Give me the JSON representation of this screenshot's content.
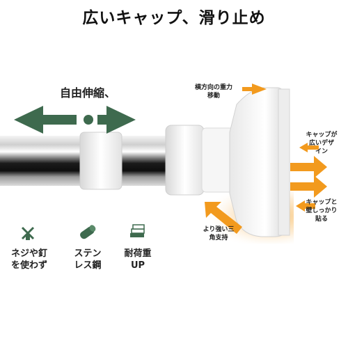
{
  "title": "広いキャップ、滑り止め",
  "feature": "自由伸縮、",
  "callouts": {
    "top_line1": "横方向の重力",
    "top_line2": "移動",
    "right1_line1": "キャップが",
    "right1_line2": "広いデザ",
    "right1_line3": "イン",
    "right2_line1": "キャップと",
    "right2_line2": "壁しっかり",
    "right2_line3": "貼る",
    "bottom_line1": "より強い三",
    "bottom_line2": "角支持"
  },
  "features": [
    {
      "icon": "no-screw-icon",
      "line1": "ネジや釘",
      "line2": "を使わず"
    },
    {
      "icon": "steel-pipe-icon",
      "line1": "ステン",
      "line2": "レス鋼"
    },
    {
      "icon": "heavy-load-icon",
      "line1": "耐荷重",
      "line2": "UP"
    }
  ],
  "colors": {
    "arrow_green": "#3e6a4e",
    "orange": "#f29a1e",
    "dark_green": "#2f4f3a"
  }
}
